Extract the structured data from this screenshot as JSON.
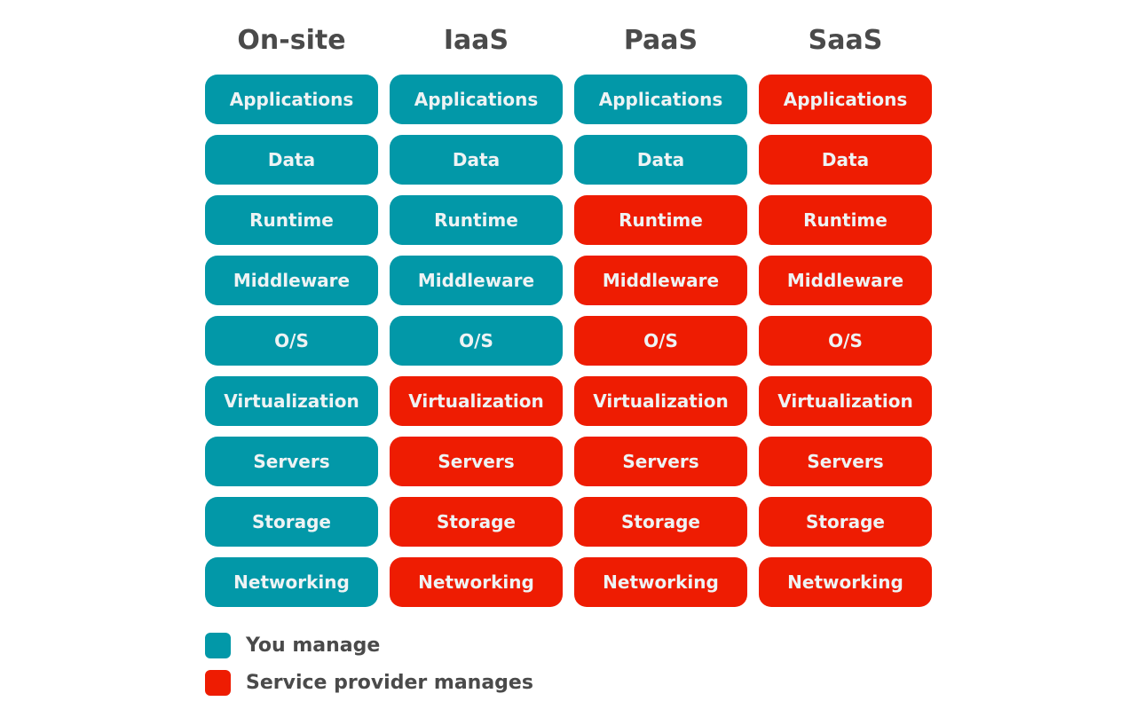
{
  "colors": {
    "you_manage": "#0298a8",
    "provider_manages": "#ee1c02",
    "text_dark": "#4a4a4a",
    "text_light": "#eef3f4"
  },
  "columns": [
    {
      "title": "On-site",
      "layers": [
        {
          "label": "Applications",
          "managed_by": "you"
        },
        {
          "label": "Data",
          "managed_by": "you"
        },
        {
          "label": "Runtime",
          "managed_by": "you"
        },
        {
          "label": "Middleware",
          "managed_by": "you"
        },
        {
          "label": "O/S",
          "managed_by": "you"
        },
        {
          "label": "Virtualization",
          "managed_by": "you"
        },
        {
          "label": "Servers",
          "managed_by": "you"
        },
        {
          "label": "Storage",
          "managed_by": "you"
        },
        {
          "label": "Networking",
          "managed_by": "you"
        }
      ]
    },
    {
      "title": "IaaS",
      "layers": [
        {
          "label": "Applications",
          "managed_by": "you"
        },
        {
          "label": "Data",
          "managed_by": "you"
        },
        {
          "label": "Runtime",
          "managed_by": "you"
        },
        {
          "label": "Middleware",
          "managed_by": "you"
        },
        {
          "label": "O/S",
          "managed_by": "you"
        },
        {
          "label": "Virtualization",
          "managed_by": "provider"
        },
        {
          "label": "Servers",
          "managed_by": "provider"
        },
        {
          "label": "Storage",
          "managed_by": "provider"
        },
        {
          "label": "Networking",
          "managed_by": "provider"
        }
      ]
    },
    {
      "title": "PaaS",
      "layers": [
        {
          "label": "Applications",
          "managed_by": "you"
        },
        {
          "label": "Data",
          "managed_by": "you"
        },
        {
          "label": "Runtime",
          "managed_by": "provider"
        },
        {
          "label": "Middleware",
          "managed_by": "provider"
        },
        {
          "label": "O/S",
          "managed_by": "provider"
        },
        {
          "label": "Virtualization",
          "managed_by": "provider"
        },
        {
          "label": "Servers",
          "managed_by": "provider"
        },
        {
          "label": "Storage",
          "managed_by": "provider"
        },
        {
          "label": "Networking",
          "managed_by": "provider"
        }
      ]
    },
    {
      "title": "SaaS",
      "layers": [
        {
          "label": "Applications",
          "managed_by": "provider"
        },
        {
          "label": "Data",
          "managed_by": "provider"
        },
        {
          "label": "Runtime",
          "managed_by": "provider"
        },
        {
          "label": "Middleware",
          "managed_by": "provider"
        },
        {
          "label": "O/S",
          "managed_by": "provider"
        },
        {
          "label": "Virtualization",
          "managed_by": "provider"
        },
        {
          "label": "Servers",
          "managed_by": "provider"
        },
        {
          "label": "Storage",
          "managed_by": "provider"
        },
        {
          "label": "Networking",
          "managed_by": "provider"
        }
      ]
    }
  ],
  "legend": {
    "you_manage": "You manage",
    "provider_manages": "Service provider manages"
  }
}
